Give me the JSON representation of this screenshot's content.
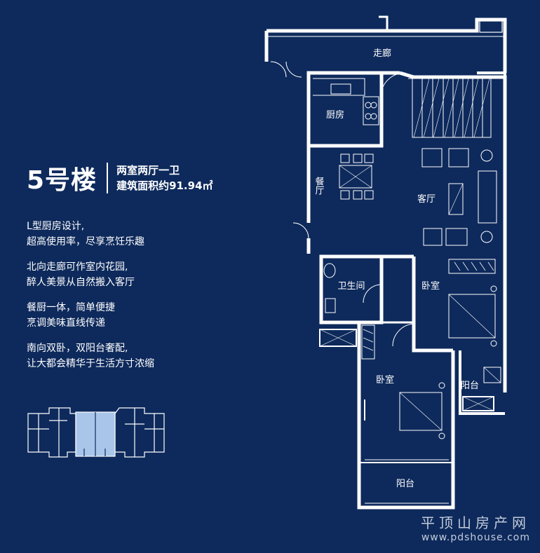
{
  "building": "5号楼",
  "layout_type": "两室两厅一卫",
  "area_text": "建筑面积约91.94㎡",
  "features": [
    [
      "L型厨房设计,",
      "超高使用率，尽享烹饪乐趣"
    ],
    [
      "北向走廊可作室内花园,",
      "醉人美景从自然搬入客厅"
    ],
    [
      "餐厨一体，简单便捷",
      "烹调美味直线传递"
    ],
    [
      "南向双卧，双阳台奢配,",
      "让大都会精华于生活方寸浓缩"
    ]
  ],
  "rooms": {
    "corridor": "走廊",
    "kitchen": "厨房",
    "dining": "餐厅",
    "living": "客厅",
    "bathroom": "卫生间",
    "bedroom_east": "卧室",
    "bedroom_west": "卧室",
    "balcony_east": "阳台",
    "balcony_south": "阳台"
  },
  "watermark": {
    "name": "平顶山房产网",
    "url": "www.pdshouse.com"
  },
  "colors": {
    "background": "#0e2a5c",
    "wall": "#ffffff",
    "highlight": "#a9c6ea"
  }
}
